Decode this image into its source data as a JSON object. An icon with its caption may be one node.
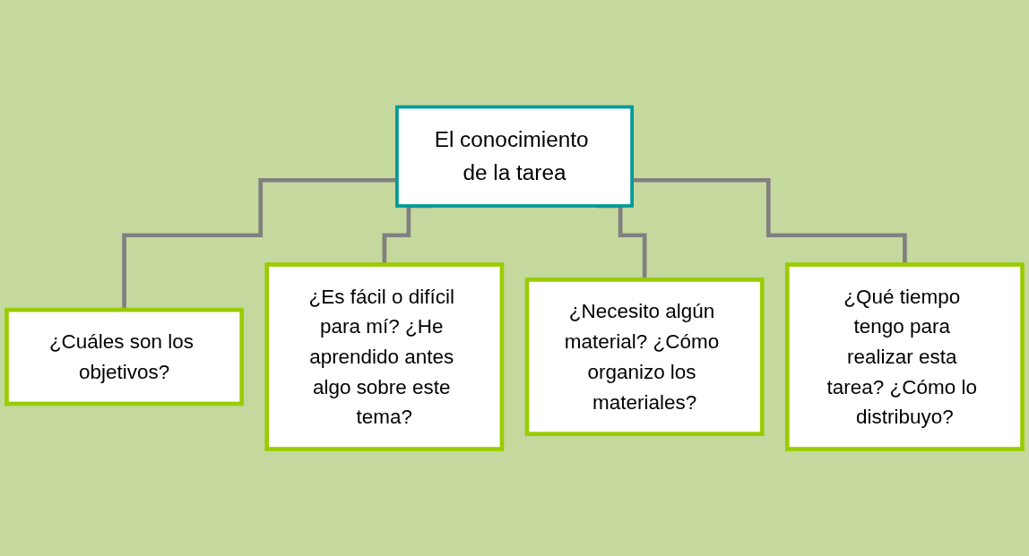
{
  "diagram": {
    "nodes": [
      {
        "text": [
          "El conocimiento de la tarea"
        ]
      },
      {
        "text": [
          "¿Cuáles son los objetivos?"
        ]
      },
      {
        "text": [
          "¿Es fácil o difícil para mí? ¿He aprendido antes algo sobre este tema?"
        ]
      },
      {
        "text": [
          "¿Necesito algún material? ¿Cómo organizo los materiales?"
        ]
      },
      {
        "text": [
          "¿Qué tiempo tengo para realizar esta tarea? ¿Cómo lo distribuyo?"
        ]
      }
    ],
    "edges": [
      {
        "from": 0,
        "to": 1,
        "arrow": "none"
      },
      {
        "from": 0,
        "to": 2,
        "arrow": "none"
      },
      {
        "from": 0,
        "to": 3,
        "arrow": "none"
      },
      {
        "from": 0,
        "to": 4,
        "arrow": "none"
      }
    ]
  }
}
